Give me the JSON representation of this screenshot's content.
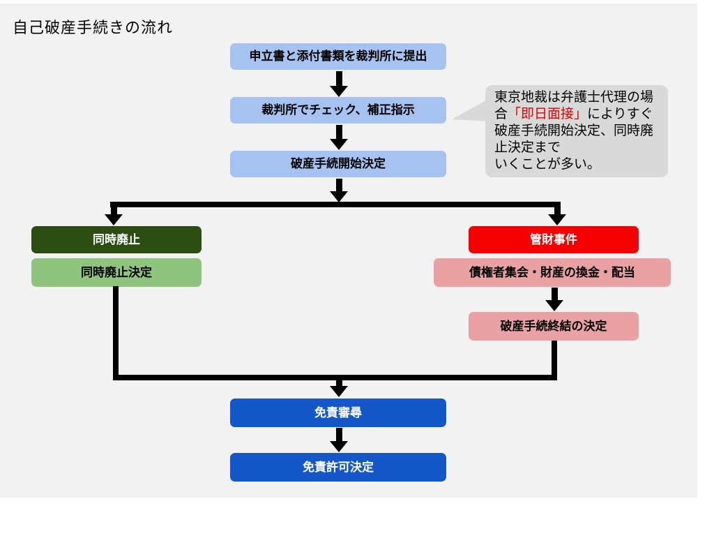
{
  "page": {
    "title": "自己破産手続きの流れ"
  },
  "flow": {
    "submit": "申立書と添付書類を裁判所に提出",
    "check": "裁判所でチェック、補正指示",
    "start": "破産手続開始決定",
    "left": {
      "header": "同時廃止",
      "decision": "同時廃止決定"
    },
    "right": {
      "header": "管財事件",
      "meeting": "債権者集会・財産の換金・配当",
      "end": "破産手続終結の決定"
    },
    "hearing": "免責審尋",
    "grant": "免責許可決定"
  },
  "callout": {
    "before": "東京地裁は弁護士代理の場合",
    "highlight": "「即日面接」",
    "after": "によりすぐ破産手続開始決定、同時廃止決定まで",
    "line2": "いくことが多い。"
  },
  "colors": {
    "background": "#f2f2f2",
    "process_box": "#a5c2f0",
    "left_header": "#2b4d12",
    "left_step": "#8ec47d",
    "right_header": "#f40000",
    "right_step": "#e9a1a3",
    "final_box": "#1457c8",
    "callout_bg": "#d9d9d9",
    "highlight_text": "#e00000",
    "arrow": "#000000"
  }
}
